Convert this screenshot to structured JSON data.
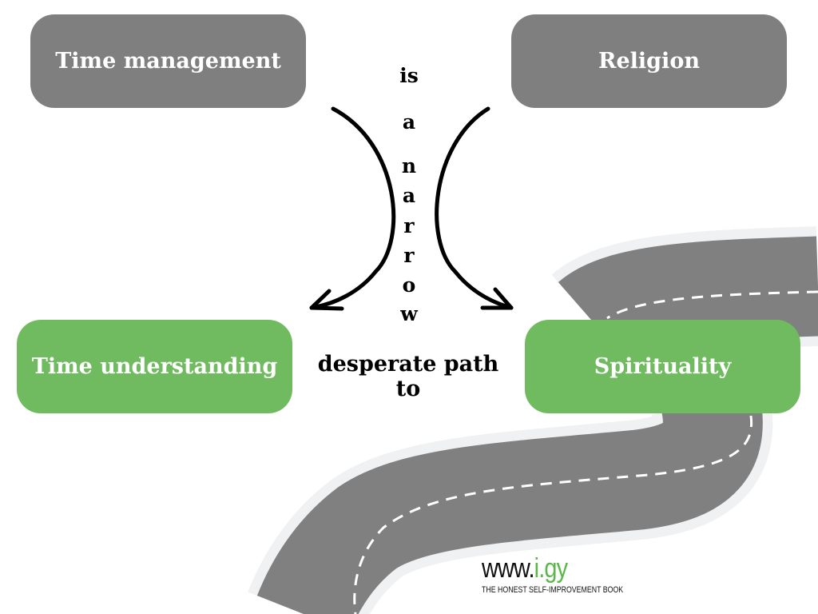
{
  "diagram": {
    "top_left_box": "Time management",
    "top_right_box": "Religion",
    "bottom_left_box": "Time understanding",
    "bottom_right_box": "Spirituality",
    "vertical_words": [
      "is",
      "a",
      "n",
      "a",
      "r",
      "r",
      "o",
      "w"
    ],
    "connector_phrase": "desperate path to",
    "colors": {
      "gray_box": "#7f7f7f",
      "green_box": "#70bb5f",
      "road": "#808080",
      "road_edge": "#f0f1f3"
    }
  },
  "branding": {
    "url_prefix": "www.",
    "url_accent": "i.gy",
    "tagline": "THE HONEST SELF-IMPROVEMENT BOOK",
    "accent_color": "#59b847"
  }
}
